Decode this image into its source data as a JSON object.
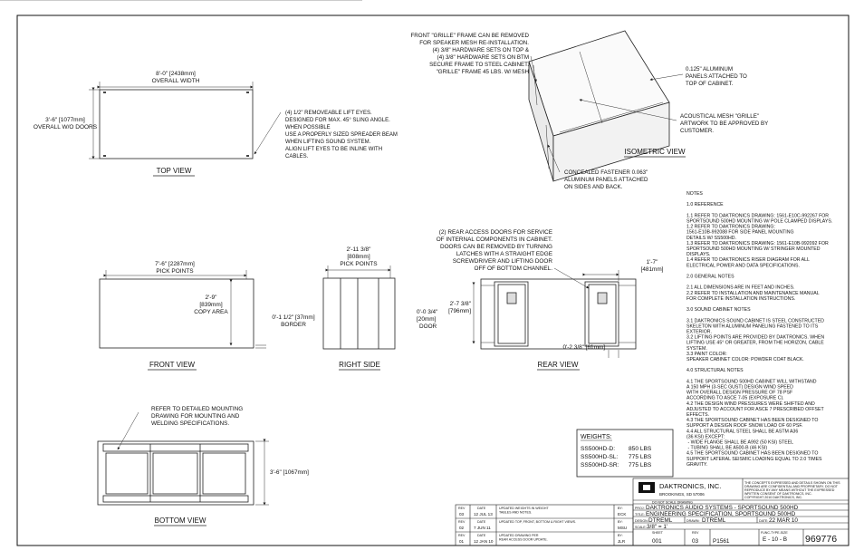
{
  "views": {
    "top": {
      "title": "TOP VIEW",
      "width_dim": [
        "8'-0\" [2438mm]",
        "OVERALL WIDTH"
      ],
      "height_dim": [
        "3'-6\" [1077mm]",
        "OVERALL W/O DOORS"
      ],
      "lift_note": [
        "(4) 1/2\" REMOVEABLE LIFT EYES.",
        "DESIGNED FOR MAX. 45° SLING ANGLE.",
        "WHEN POSSIBLE",
        "USE A PROPERLY SIZED SPREADER BEAM",
        "WHEN LIFTING SOUND SYSTEM.",
        "ALIGN LIFT EYES TO BE INLINE WITH",
        "CABLES."
      ]
    },
    "isometric": {
      "title": "ISOMETRIC VIEW",
      "grille_note": [
        "FRONT \"GRILLE\" FRAME CAN BE REMOVED",
        "FOR SPEAKER MESH RE-INSTALLATION.",
        "(4) 3/8\" HARDWARE SETS ON TOP &",
        "(4) 3/8\" HARDWARE SETS ON BTM",
        "SECURE FRAME TO STEEL CABINET.",
        "\"GRILLE\" FRAME 45 LBS. W/ MESH"
      ],
      "panel_note": [
        "0.125\" ALUMINUM",
        "PANELS ATTACHED TO",
        "TOP OF CABINET."
      ],
      "mesh_note": [
        "ACOUSTICAL MESH \"GRILLE\"",
        "ARTWORK TO BE APPROVED BY",
        "CUSTOMER."
      ],
      "fastener_note": [
        "CONCEALED FASTENER 0.063\"",
        "ALUMINUM PANELS ATTACHED",
        "ON SIDES AND BACK."
      ]
    },
    "front": {
      "title": "FRONT VIEW",
      "pick_dim": [
        "7'-6\" [2287mm]",
        "PICK POINTS"
      ],
      "copy_dim": [
        "2'-9\"",
        "[839mm]",
        "COPY AREA"
      ],
      "border_dim": [
        "0'-1 1/2\" [37mm]",
        "BORDER"
      ]
    },
    "right": {
      "title": "RIGHT SIDE",
      "pick_dim": [
        "2'-11 3/8\"",
        "[808mm]",
        "PICK POINTS"
      ]
    },
    "rear": {
      "title": "REAR VIEW",
      "door_note": [
        "(2) REAR ACCESS DOORS FOR SERVICE",
        "OF INTERNAL COMPONENTS IN CABINET.",
        "DOORS CAN BE REMOVED BY TURNING",
        "LATCHES WITH A STRAIGHT EDGE",
        "SCREWDRIVER AND LIFTING DOOR",
        "OFF OF BOTTOM CHANNEL."
      ],
      "door_height": [
        "2'-7 3/8\"",
        "[796mm]"
      ],
      "door_offset": [
        "0'-0 3/4\"",
        "[20mm]",
        "DOOR"
      ],
      "door_width": [
        "1'-7\"",
        "[481mm]"
      ],
      "bottom_dim": "0'-2 3/8\" [61mm]"
    },
    "bottom": {
      "title": "BOTTOM VIEW",
      "ref_note": [
        "REFER TO DETAILED MOUNTING",
        "DRAWING FOR MOUNTING AND",
        "WELDING SPECIFICATIONS."
      ],
      "height_dim": "3'-6\" [1067mm]"
    }
  },
  "weights": {
    "title": "WEIGHTS:",
    "rows": [
      {
        "model": "SS500HD-D:",
        "weight": "850 LBS"
      },
      {
        "model": "SS500HD-SL:",
        "weight": "775 LBS"
      },
      {
        "model": "SS500HD-SR:",
        "weight": "775 LBS"
      }
    ]
  },
  "notes": [
    "NOTES",
    "",
    "1.0 REFERENCE",
    "",
    "1.1 REFER TO DAKTRONICS DRAWING: 1561-E10C-992267 FOR",
    "SPORTSOUND 500HD MOUNTING W/ POLE CLAMPED DISPLAYS.",
    "1.2 REFER TO DAKTRONICS DRAWING:",
    "1561-E10B-992088 FOR SIDE PANEL MOUNTING",
    "DETAILS W/ SS500HD.",
    "1.3 REFER TO DAKTRONICS DRAWING: 1561-E10B-992092 FOR",
    "SPORTSOUND 500HD MOUNTING W/ STRINGER MOUNTED",
    "DISPLAYS.",
    "1.4 REFER TO DAKTRONICS RISER DIAGRAM FOR ALL",
    "ELECTRICAL POWER AND DATA SPECIFICATIONS.",
    "",
    "2.0 GENERAL NOTES",
    "",
    "2.1  ALL DIMENSIONS ARE IN FEET AND INCHES.",
    "2.2  REFER TO INSTALLATION AND MAINTENANCE MANUAL",
    "FOR COMPLETE INSTALLATION INSTRUCTIONS.",
    "",
    "3.0 SOUND CABINET NOTES",
    "",
    "3.1  DAKTRONICS SOUND CABINET IS STEEL CONSTRUCTED",
    "SKELETON WITH ALUMINUM PANELING FASTENED TO ITS",
    "EXTERIOR.",
    "3.2  LIFTING POINTS ARE PROVIDED BY DAKTRONICS. WHEN",
    "LIFTING USE 45° OR GREATER, FROM THE HORIZON, CABLE",
    "SYSTEM.",
    "3.3 PAINT COLOR:",
    "SPEAKER CABINET COLOR: POWDER COAT BLACK.",
    "",
    "4.0  STRUCTURAL NOTES",
    "",
    "4.1 THE SPORTSOUND 500HD CABINET WILL WITHSTAND",
    "A 150 MPH (3-SEC GUST) DESIGN WIND SPEED",
    "WITH OVERALL DESIGN PRESSURE OF 78 PSF",
    "ACCORDING TO ASCE 7-05 (EXPOSURE C).",
    "4.2  THE DESIGN WIND PRESSURES WERE SHIFTED AND",
    "ADJUSTED TO ACCOUNT FOR ASCE 7 PRESCRIBED OFFSET",
    "EFFECTS.",
    "4.3  THE SPORTSOUND CABINET HAS BEEN DESIGNED TO",
    "SUPPORT A DESIGN ROOF SNOW LOAD OF 60 PSF.",
    "4.4 ALL STRUCTURAL STEEL SHALL BE ASTM A36",
    "(36 KSI) EXCEPT:",
    "  - WIDE FLANGE SHALL BE A992 (50 KSI) STEEL",
    "  - TUBING SHALL BE A500-B (46 KSI)",
    "4.5  THE SPORTSOUND CABINET HAS BEEN DESIGNED TO",
    "SUPPORT LATERAL SEISMIC LOADING EQUAL TO 2.0 TIMES",
    "GRAVITY."
  ],
  "revisions": [
    {
      "rev": "03",
      "date": "12 JUL 13",
      "desc": [
        "UPDATED WEIGHTS IN WEIGHT",
        "TABLES AND NOTES."
      ],
      "by": "ECK"
    },
    {
      "rev": "02",
      "date": "7 JUN 11",
      "desc": [
        "UPDATED TOP, FRONT, BOTTOM & RIGHT VIEWS."
      ],
      "by": "MSU"
    },
    {
      "rev": "01",
      "date": "12 JAN 10",
      "desc": [
        "UPDATED DRAWING PER",
        "REAR ACCESS DOOR UPDATE."
      ],
      "by": "JLR"
    }
  ],
  "rev_headers": {
    "rev": "REV",
    "date": "DATE",
    "by": "BY:"
  },
  "title_block": {
    "company": "DAKTRONICS, INC.",
    "city": "BROOKINGS, SD  57006",
    "confidential": [
      "THE CONCEPTS EXPRESSED AND DETAILS SHOWN ON THIS",
      "DRAWING ARE CONFIDENTIAL AND PROPRIETARY.  DO NOT",
      "REPRODUCE BY ANY MEANS WITHOUT THE EXPRESSED",
      "WRITTEN CONSENT OF DAKTRONICS, INC.",
      "COPYRIGHT 2010 DAKTRONICS, INC."
    ],
    "do_not_scale": "DO NOT SCALE DRAWING",
    "proj_label": "PROJ:",
    "proj": "DAKTRONICS AUDIO SYSTEMS - SPORTSOUND 500HD",
    "title_label": "TITLE:",
    "title": "ENGINEERING SPECIFICATION, SPORTSOUND 500HD",
    "design_label": "DESIGN:",
    "design": "DTREML",
    "drawn_label": "DRAWN:",
    "drawn": "DTREML",
    "date_label": "DATE:",
    "date": "22 MAR 10",
    "scale_label": "SCALE:",
    "scale": "3/8\" = 1'",
    "sheet_label": "SHEET",
    "sheet": "001",
    "rev_label": "REV",
    "rev": "03",
    "job": "P1561",
    "func_label": "FUNC-TYPE-SIZE",
    "func": "E - 10 - B",
    "number": "969776"
  }
}
